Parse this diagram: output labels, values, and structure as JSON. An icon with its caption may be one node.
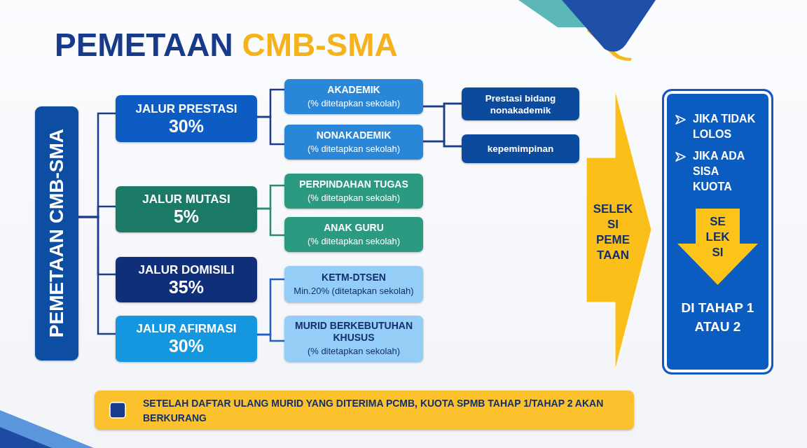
{
  "diagram": {
    "title": "PEMETAAN CMB-SMA",
    "nodes": [
      {
        "text": [
          "PEMETAAN CMB-SMA"
        ]
      },
      {
        "text": [
          "JALUR PRESTASI",
          "30%"
        ]
      },
      {
        "text": [
          "AKADEMIK",
          "(% ditetapkan sekolah)"
        ]
      },
      {
        "text": [
          "NONAKADEMIK",
          "(% ditetapkan sekolah)"
        ]
      },
      {
        "text": [
          "Prestasi bidang nonakademik"
        ]
      },
      {
        "text": [
          "kepemimpinan"
        ]
      },
      {
        "text": [
          "JALUR MUTASI",
          "5%"
        ]
      },
      {
        "text": [
          "PERPINDAHAN TUGAS",
          "(% ditetapkan sekolah)"
        ]
      },
      {
        "text": [
          "ANAK GURU",
          "(% ditetapkan sekolah)"
        ]
      },
      {
        "text": [
          "JALUR DOMISILI",
          "35%"
        ]
      },
      {
        "text": [
          "JALUR AFIRMASI",
          "30%"
        ]
      },
      {
        "text": [
          "KETM-DTSEN",
          "Min.20% (ditetapkan sekolah)"
        ]
      },
      {
        "text": [
          "MURID BERKEBUTUHAN KHUSUS",
          "(% ditetapkan sekolah)"
        ]
      },
      {
        "text": [
          "SELEK SI PEME TAAN"
        ]
      },
      {
        "text": [
          "JIKA TIDAK LOLOS",
          "JIKA ADA SISA KUOTA",
          "DI TAHAP 1 ATAU 2"
        ]
      },
      {
        "text": [
          "SE LEK SI"
        ],
        "in": 14
      },
      {
        "text": [
          "SETELAH DAFTAR ULANG MURID YANG DITERIMA PCMB, KUOTA SPMB TAHAP 1/TAHAP 2 AKAN BERKURANG"
        ]
      }
    ],
    "edges": [
      {
        "from": 0,
        "to": 1,
        "arrow": "none"
      },
      {
        "from": 0,
        "to": 6,
        "arrow": "none"
      },
      {
        "from": 0,
        "to": 9,
        "arrow": "none"
      },
      {
        "from": 0,
        "to": 10,
        "arrow": "none"
      },
      {
        "from": 1,
        "to": 2,
        "arrow": "none"
      },
      {
        "from": 1,
        "to": 3,
        "arrow": "none"
      },
      {
        "from": 2,
        "to": 4,
        "arrow": "none"
      },
      {
        "from": 2,
        "to": 5,
        "arrow": "none"
      },
      {
        "from": 3,
        "to": 4,
        "arrow": "none"
      },
      {
        "from": 3,
        "to": 5,
        "arrow": "none"
      },
      {
        "from": 6,
        "to": 7,
        "arrow": "none",
        "color": "#2a8a70"
      },
      {
        "from": 6,
        "to": 8,
        "arrow": "none",
        "color": "#2a8a70"
      },
      {
        "from": 10,
        "to": 11,
        "arrow": "none",
        "color": "#1f5fc4"
      },
      {
        "from": 10,
        "to": 12,
        "arrow": "none",
        "color": "#1f5fc4"
      }
    ]
  }
}
